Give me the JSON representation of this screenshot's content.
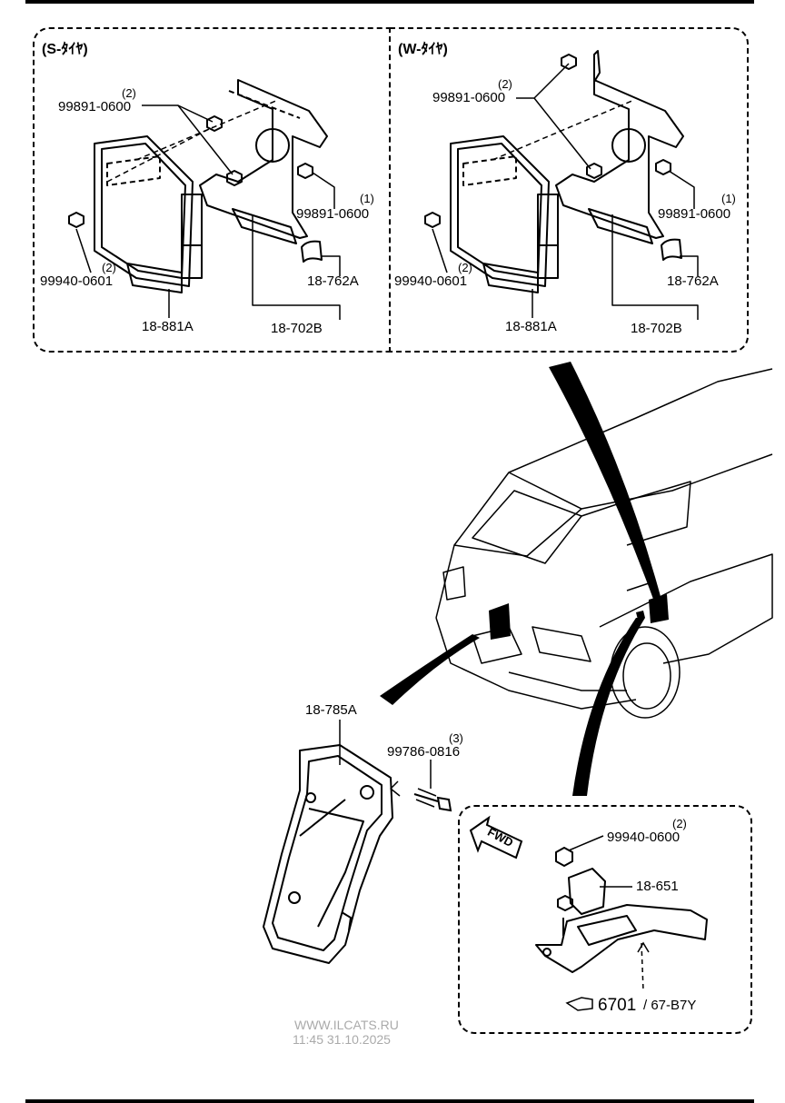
{
  "panels": {
    "left": {
      "title": "(S-ﾀｲﾔ)"
    },
    "right": {
      "title": "(W-ﾀｲﾔ)"
    }
  },
  "labels": {
    "l_99891_top": "99891-0600",
    "l_qty_top": "(2)",
    "l_99891_right": "99891-0600",
    "l_qty_right": "(1)",
    "l_99940": "99940-0601",
    "l_qty_99940": "(2)",
    "l_18762": "18-762A",
    "l_18881": "18-881A",
    "l_18702": "18-702B",
    "r_99891_top": "99891-0600",
    "r_qty_top": "(2)",
    "r_99891_right": "99891-0600",
    "r_qty_right": "(1)",
    "r_99940": "99940-0601",
    "r_qty_99940": "(2)",
    "r_18762": "18-762A",
    "r_18881": "18-881A",
    "r_18702": "18-702B",
    "b_18785": "18-785A",
    "b_99786": "99786-0816",
    "b_qty_99786": "(3)",
    "d_99940": "99940-0600",
    "d_qty_99940": "(2)",
    "d_18651": "18-651",
    "d_fwd": "FWD",
    "d_ref_main": "6701",
    "d_ref_sub": "/ 67-B7Y"
  },
  "watermark": {
    "site": "WWW.ILCATS.RU",
    "timestamp": "11:45 31.10.2025"
  }
}
